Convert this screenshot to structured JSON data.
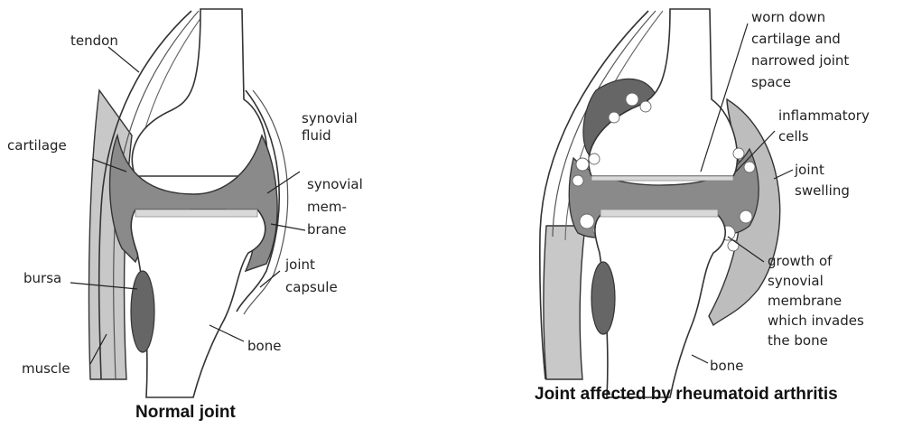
{
  "normal": {
    "caption": "Normal joint",
    "labels": {
      "tendon": "tendon",
      "cartilage": "cartilage",
      "synovial_fluid": [
        "synovial",
        "fluid"
      ],
      "synovial_membrane": [
        "synovial",
        "mem-",
        "brane"
      ],
      "joint_capsule": [
        "joint",
        "capsule"
      ],
      "bursa": "bursa",
      "muscle": "muscle",
      "bone": "bone"
    }
  },
  "affected": {
    "caption": "Joint affected by rheumatoid arthritis",
    "labels": {
      "worn_cartilage": [
        "worn down",
        "cartilage and",
        "narrowed joint",
        "space"
      ],
      "inflammatory_cells": [
        "inflammatory",
        "cells"
      ],
      "joint_swelling": [
        "joint",
        "swelling"
      ],
      "growth_membrane": [
        "growth of",
        "synovial",
        "membrane",
        "which invades",
        "the bone"
      ],
      "bone": "bone"
    }
  },
  "colors": {
    "outline": "#333333",
    "muscle": "#c8c8c8",
    "cartilage": "#d9d9d9",
    "synovial_membrane": "#8a8a8a",
    "bursa": "#666666",
    "swelling": "#bdbdbd",
    "bone": "#ffffff"
  }
}
